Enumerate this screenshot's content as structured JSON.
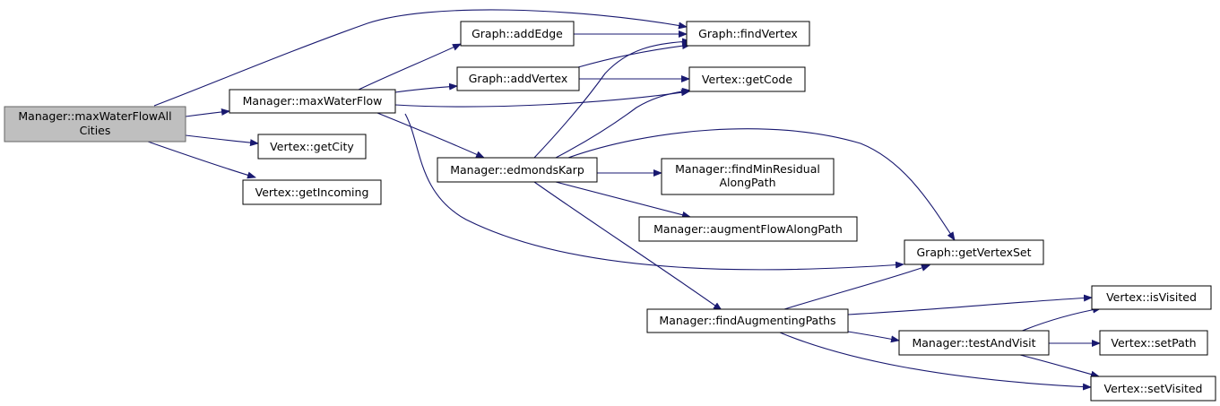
{
  "colors": {
    "edge": "#191970",
    "node_fill": "#ffffff",
    "root_fill": "#bfbfbf",
    "root_border": "#666666",
    "node_border": "#000000"
  },
  "nodes": {
    "root": {
      "lines": [
        "Manager::maxWaterFlowAll",
        "Cities"
      ]
    },
    "max_water_flow": {
      "lines": [
        "Manager::maxWaterFlow"
      ]
    },
    "get_city": {
      "lines": [
        "Vertex::getCity"
      ]
    },
    "get_incoming": {
      "lines": [
        "Vertex::getIncoming"
      ]
    },
    "add_edge": {
      "lines": [
        "Graph::addEdge"
      ]
    },
    "add_vertex": {
      "lines": [
        "Graph::addVertex"
      ]
    },
    "edmonds_karp": {
      "lines": [
        "Manager::edmondsKarp"
      ]
    },
    "find_vertex": {
      "lines": [
        "Graph::findVertex"
      ]
    },
    "get_code": {
      "lines": [
        "Vertex::getCode"
      ]
    },
    "find_min_residual": {
      "lines": [
        "Manager::findMinResidual",
        "AlongPath"
      ]
    },
    "augment_flow": {
      "lines": [
        "Manager::augmentFlowAlongPath"
      ]
    },
    "get_vertex_set": {
      "lines": [
        "Graph::getVertexSet"
      ]
    },
    "find_augmenting_paths": {
      "lines": [
        "Manager::findAugmentingPaths"
      ]
    },
    "test_and_visit": {
      "lines": [
        "Manager::testAndVisit"
      ]
    },
    "is_visited": {
      "lines": [
        "Vertex::isVisited"
      ]
    },
    "set_path": {
      "lines": [
        "Vertex::setPath"
      ]
    },
    "set_visited": {
      "lines": [
        "Vertex::setVisited"
      ]
    }
  },
  "edges": [
    [
      "root",
      "max_water_flow"
    ],
    [
      "root",
      "get_city"
    ],
    [
      "root",
      "get_incoming"
    ],
    [
      "root",
      "find_vertex"
    ],
    [
      "max_water_flow",
      "add_edge"
    ],
    [
      "max_water_flow",
      "add_vertex"
    ],
    [
      "max_water_flow",
      "get_code"
    ],
    [
      "max_water_flow",
      "edmonds_karp"
    ],
    [
      "max_water_flow",
      "get_vertex_set"
    ],
    [
      "add_edge",
      "find_vertex"
    ],
    [
      "add_vertex",
      "find_vertex"
    ],
    [
      "add_vertex",
      "get_code"
    ],
    [
      "edmonds_karp",
      "find_vertex"
    ],
    [
      "edmonds_karp",
      "get_code"
    ],
    [
      "edmonds_karp",
      "get_vertex_set"
    ],
    [
      "edmonds_karp",
      "find_min_residual"
    ],
    [
      "edmonds_karp",
      "augment_flow"
    ],
    [
      "edmonds_karp",
      "find_augmenting_paths"
    ],
    [
      "find_augmenting_paths",
      "get_vertex_set"
    ],
    [
      "find_augmenting_paths",
      "is_visited"
    ],
    [
      "find_augmenting_paths",
      "test_and_visit"
    ],
    [
      "find_augmenting_paths",
      "set_visited"
    ],
    [
      "test_and_visit",
      "is_visited"
    ],
    [
      "test_and_visit",
      "set_path"
    ],
    [
      "test_and_visit",
      "set_visited"
    ]
  ]
}
